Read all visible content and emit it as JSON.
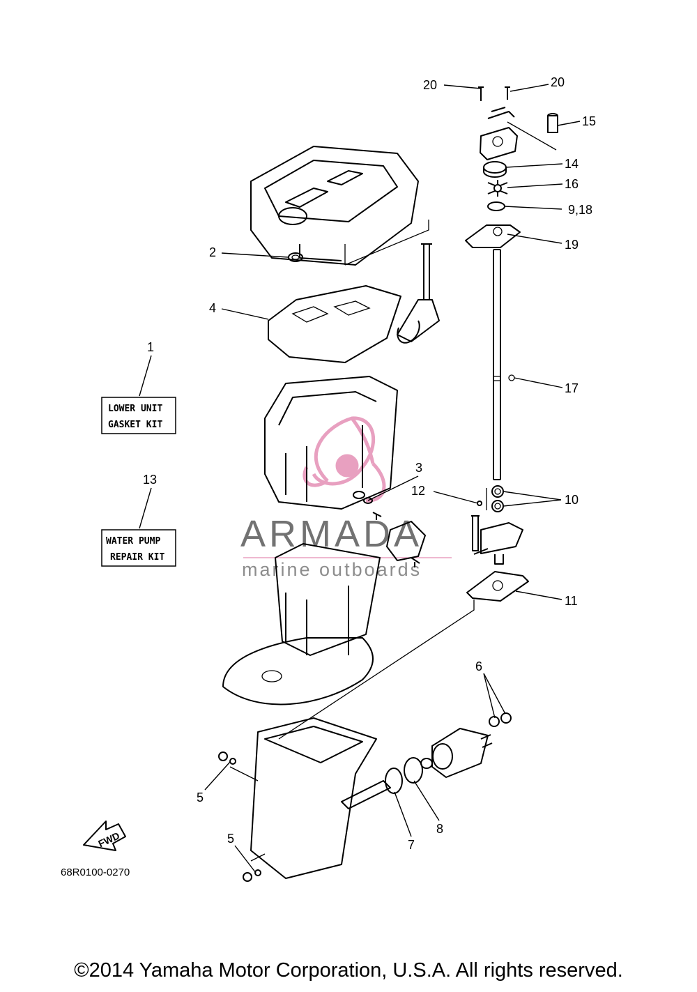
{
  "watermark": {
    "brand": "ARMADA",
    "tagline": "marine outboards",
    "accent_color": "#e8a0c0"
  },
  "callouts": {
    "p1": "1",
    "p2": "2",
    "p3": "3",
    "p4": "4",
    "p5a": "5",
    "p5b": "5",
    "p6": "6",
    "p7": "7",
    "p8": "8",
    "p9_18": "9,18",
    "p10": "10",
    "p11": "11",
    "p12": "12",
    "p13": "13",
    "p14": "14",
    "p15": "15",
    "p16": "16",
    "p17": "17",
    "p19": "19",
    "p20a": "20",
    "p20b": "20"
  },
  "kits": {
    "gasket_line1": "LOWER UNIT",
    "gasket_line2": "GASKET KIT",
    "pump_line1": "WATER PUMP",
    "pump_line2": "REPAIR KIT"
  },
  "fwd_label": "FWD",
  "diagram_code": "68R0100-0270",
  "copyright": "©2014 Yamaha Motor Corporation, U.S.A. All rights reserved."
}
